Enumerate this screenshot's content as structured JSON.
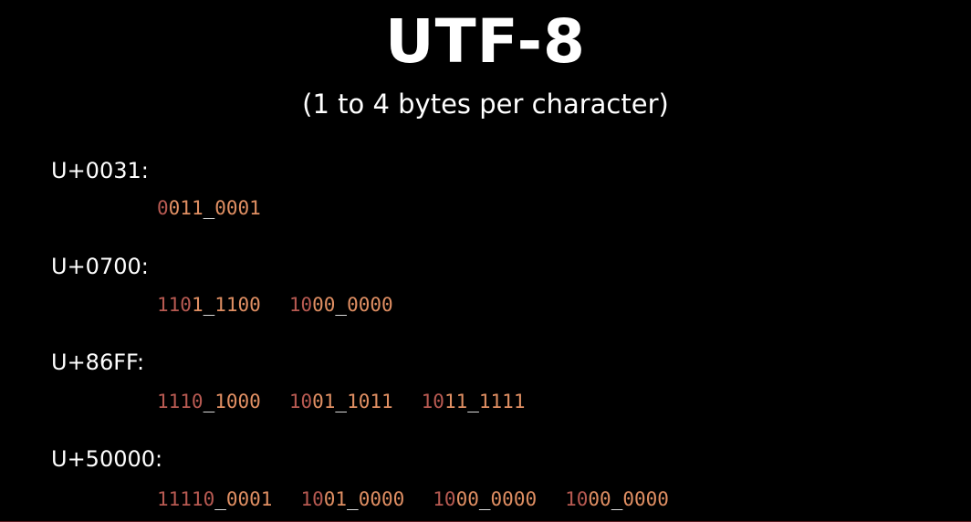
{
  "title": "UTF-8",
  "subtitle": "(1 to 4 bytes per character)",
  "colors": {
    "background": "#000000",
    "text": "#ffffff",
    "prefix": "#b85a52",
    "payload": "#e08f63",
    "separator": "#ffffff"
  },
  "entries": [
    {
      "label": "U+0031:",
      "bytes": [
        {
          "prefix": "0",
          "rest": "011",
          "sep": "_",
          "low": "0001"
        }
      ]
    },
    {
      "label": "U+0700:",
      "bytes": [
        {
          "prefix": "110",
          "rest": "1",
          "sep": "_",
          "low": "1100"
        },
        {
          "prefix": "10",
          "rest": "00",
          "sep": "_",
          "low": "0000"
        }
      ]
    },
    {
      "label": "U+86FF:",
      "bytes": [
        {
          "prefix": "1110",
          "rest": "",
          "sep": "_",
          "low": "1000"
        },
        {
          "prefix": "10",
          "rest": "01",
          "sep": "_",
          "low": "1011"
        },
        {
          "prefix": "10",
          "rest": "11",
          "sep": "_",
          "low": "1111"
        }
      ]
    },
    {
      "label": "U+50000:",
      "bytes": [
        {
          "prefix": "11110",
          "rest": "",
          "sep": "_",
          "low": "0001"
        },
        {
          "prefix": "10",
          "rest": "01",
          "sep": "_",
          "low": "0000"
        },
        {
          "prefix": "10",
          "rest": "00",
          "sep": "_",
          "low": "0000"
        },
        {
          "prefix": "10",
          "rest": "00",
          "sep": "_",
          "low": "0000"
        }
      ]
    }
  ]
}
